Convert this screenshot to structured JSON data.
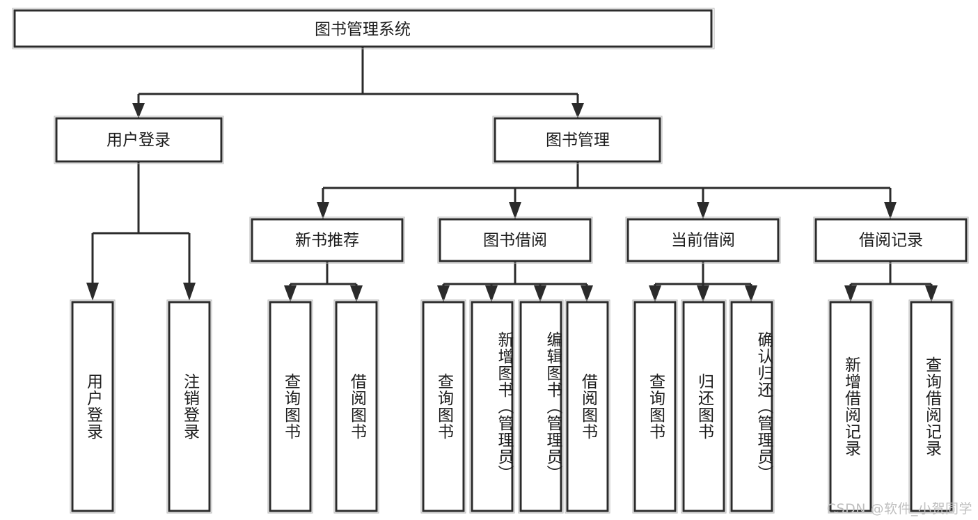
{
  "diagram": {
    "type": "tree-hierarchy-chart",
    "title": "图书管理系统",
    "orientation": "top-down",
    "colors": {
      "box_border": "#2b2b2b",
      "box_fill": "#ffffff",
      "connector": "#2b2b2b",
      "text": "#1c1c1c",
      "watermark": "#bfbfbf",
      "page_background": "#ffffff"
    },
    "root": {
      "id": "root",
      "label": "图书管理系统"
    },
    "level2": [
      {
        "id": "user-login",
        "label": "用户登录"
      },
      {
        "id": "book-management",
        "label": "图书管理"
      }
    ],
    "level3": [
      {
        "id": "new-book-recommend",
        "label": "新书推荐",
        "parent": "book-management"
      },
      {
        "id": "book-borrow",
        "label": "图书借阅",
        "parent": "book-management"
      },
      {
        "id": "current-borrow",
        "label": "当前借阅",
        "parent": "book-management"
      },
      {
        "id": "borrow-record",
        "label": "借阅记录",
        "parent": "book-management"
      }
    ],
    "leaves": [
      {
        "id": "leaf-user-login",
        "label": "用户登录",
        "parent": "user-login"
      },
      {
        "id": "leaf-user-logout",
        "label": "注销登录",
        "parent": "user-login"
      },
      {
        "id": "leaf-query-book-1",
        "label": "查询图书",
        "parent": "new-book-recommend"
      },
      {
        "id": "leaf-borrow-book-1",
        "label": "借阅图书",
        "parent": "new-book-recommend"
      },
      {
        "id": "leaf-query-book-2",
        "label": "查询图书",
        "parent": "book-borrow"
      },
      {
        "id": "leaf-add-book",
        "label": "新增图书（管理员）",
        "parent": "book-borrow"
      },
      {
        "id": "leaf-edit-book",
        "label": "编辑图书（管理员）",
        "parent": "book-borrow"
      },
      {
        "id": "leaf-borrow-book-2",
        "label": "借阅图书",
        "parent": "book-borrow"
      },
      {
        "id": "leaf-query-book-3",
        "label": "查询图书",
        "parent": "current-borrow"
      },
      {
        "id": "leaf-return-book",
        "label": "归还图书",
        "parent": "current-borrow"
      },
      {
        "id": "leaf-confirm-return",
        "label": "确认归还（管理员）",
        "parent": "current-borrow"
      },
      {
        "id": "leaf-add-record",
        "label": "新增借阅记录",
        "parent": "borrow-record"
      },
      {
        "id": "leaf-query-record",
        "label": "查询借阅记录",
        "parent": "borrow-record"
      }
    ],
    "watermark": "CSDN @软件_小贺同学"
  }
}
